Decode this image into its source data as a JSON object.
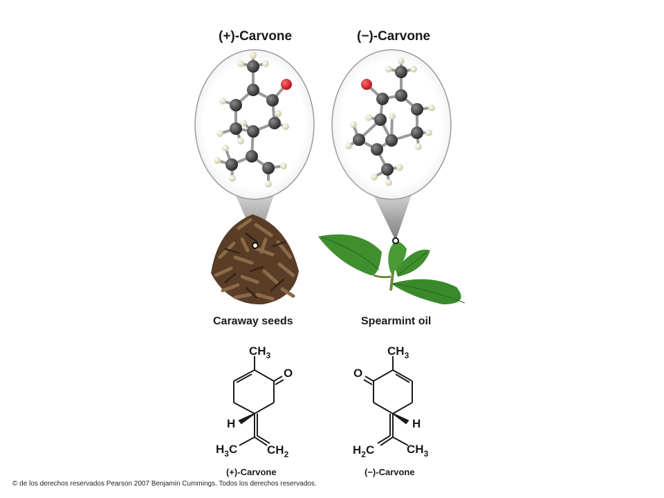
{
  "left": {
    "title": "(+)-Carvone",
    "source": "Caraway seeds",
    "structure_label": "(+)-Carvone",
    "atoms": {
      "methyl": "CH3",
      "oxygen": "O",
      "hydrogen": "H",
      "bottom_left": "H3C",
      "bottom_right": "CH2"
    }
  },
  "right": {
    "title": "(−)-Carvone",
    "source": "Spearmint oil",
    "structure_label": "(−)-Carvone",
    "atoms": {
      "methyl": "CH3",
      "oxygen": "O",
      "hydrogen": "H",
      "bottom_left": "H2C",
      "bottom_right": "CH3"
    }
  },
  "colors": {
    "carbon": "#3a3a3a",
    "oxygen": "#d0202a",
    "hydrogen": "#ece6c4",
    "leaf": "#3f8f2f",
    "seed": "#6b4a2e"
  },
  "copyright": "© de los derechos reservados Pearson 2007 Benjamin Cummings. Todos los derechos reservados."
}
